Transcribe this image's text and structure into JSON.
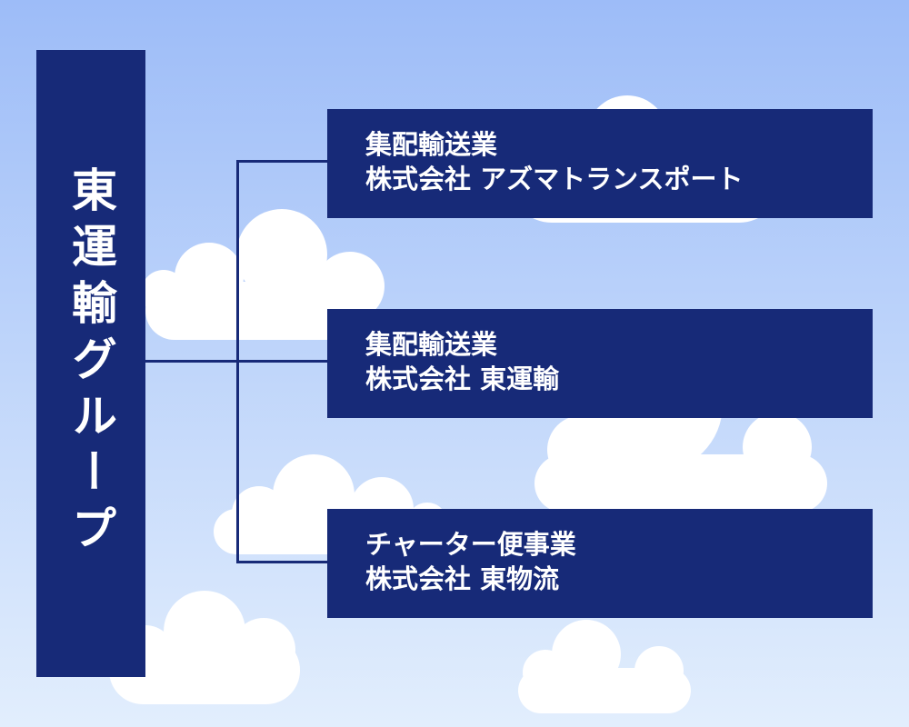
{
  "group": {
    "title": "東運輸グループ"
  },
  "companies": [
    {
      "business": "集配輸送業",
      "name": "株式会社 アズマトランスポート"
    },
    {
      "business": "集配輸送業",
      "name": "株式会社 東運輸"
    },
    {
      "business": "チャーター便事業",
      "name": "株式会社 東物流"
    }
  ],
  "colors": {
    "box": "#172a78",
    "sky_top": "#9dbcf8",
    "sky_bottom": "#e2eefd",
    "cloud": "#ffffff",
    "text": "#ffffff"
  }
}
